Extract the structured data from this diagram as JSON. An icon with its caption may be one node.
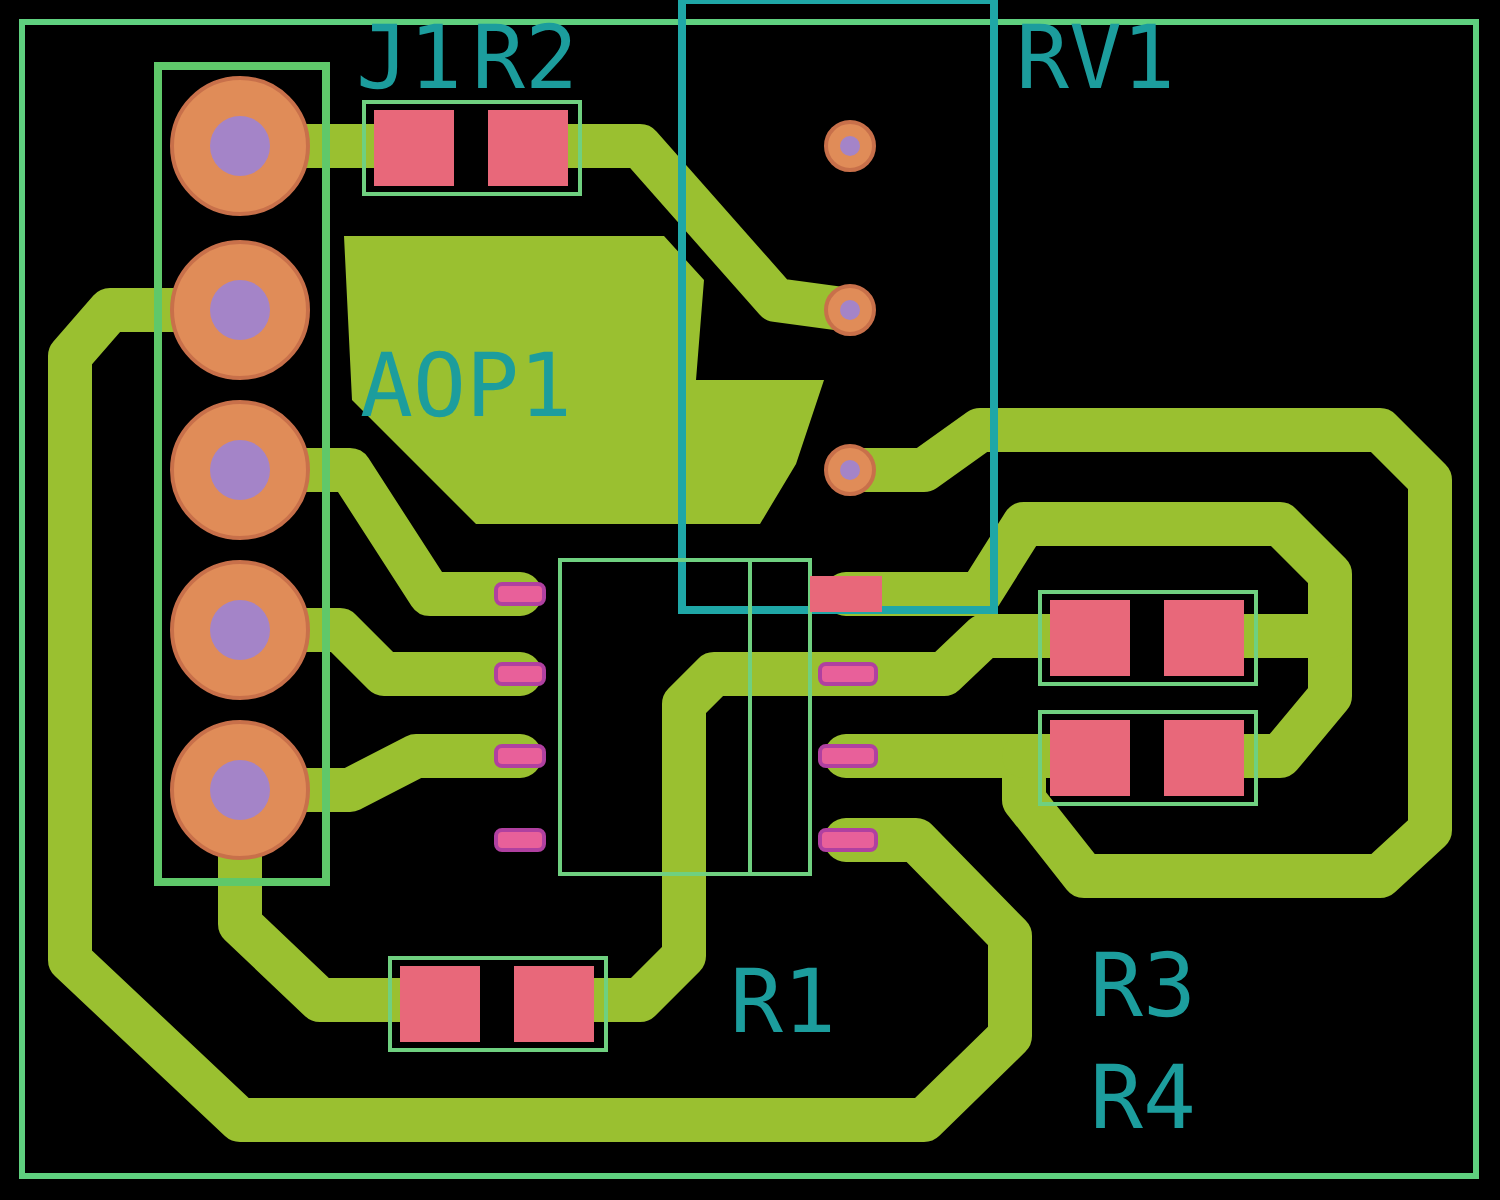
{
  "diagram": {
    "labels": [
      "J1",
      "R2",
      "RV1",
      "AOP1",
      "R1",
      "R3",
      "R4"
    ]
  }
}
